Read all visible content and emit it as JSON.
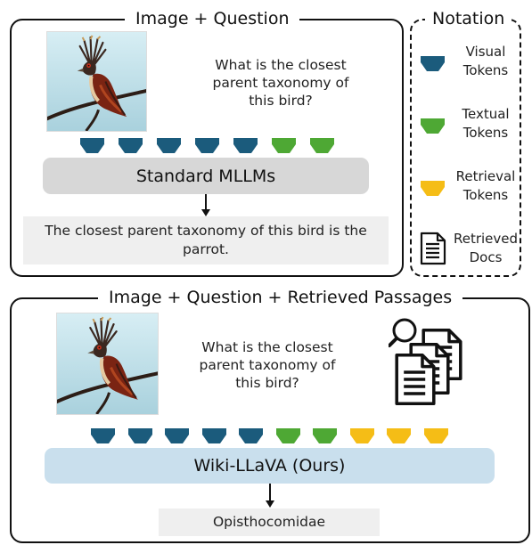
{
  "colors": {
    "visual": "#1b5b7c",
    "textual": "#4ea834",
    "retrieval": "#f5bd16"
  },
  "top": {
    "title": "Image + Question",
    "question": [
      "What is the closest",
      "parent taxonomy of",
      "this bird?"
    ],
    "model": "Standard MLLMs",
    "answer": [
      "The closest parent taxonomy of this bird is the",
      "parrot."
    ],
    "tokens": [
      "visual",
      "visual",
      "visual",
      "visual",
      "visual",
      "textual",
      "textual"
    ]
  },
  "bottom": {
    "title": "Image + Question + Retrieved Passages",
    "question": [
      "What is the closest",
      "parent taxonomy of",
      "this bird?"
    ],
    "model": "Wiki-LLaVA (Ours)",
    "answer": "Opisthocomidae",
    "tokens": [
      "visual",
      "visual",
      "visual",
      "visual",
      "visual",
      "textual",
      "textual",
      "retrieval",
      "retrieval",
      "retrieval"
    ]
  },
  "notation": {
    "title": "Notation",
    "items": [
      {
        "kind": "visual",
        "label": [
          "Visual",
          "Tokens"
        ]
      },
      {
        "kind": "textual",
        "label": [
          "Textual",
          "Tokens"
        ]
      },
      {
        "kind": "retrieval",
        "label": [
          "Retrieval",
          "Tokens"
        ]
      },
      {
        "kind": "doc",
        "label": [
          "Retrieved",
          "Docs"
        ]
      }
    ]
  },
  "icons": [
    "bird-photo",
    "document-icon",
    "magnifier-documents-icon"
  ]
}
